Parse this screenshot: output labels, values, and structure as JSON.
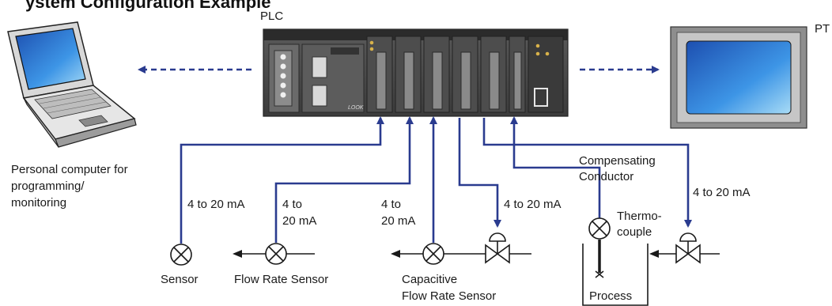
{
  "heading": "ystem Configuration Example",
  "labels": {
    "plc": "PLC",
    "pt": "PT",
    "pc_line1": "Personal computer for",
    "pc_line2": "programming/",
    "pc_line3": "monitoring",
    "sensor": "Sensor",
    "flow_rate_sensor": "Flow Rate Sensor",
    "capacitive_line1": "Capacitive",
    "capacitive_line2": "Flow Rate Sensor",
    "compensating_line1": "Compensating",
    "compensating_line2": "Conductor",
    "thermo_line1": "Thermo-",
    "thermo_line2": "couple",
    "process": "Process",
    "signal_1": "4 to 20 mA",
    "signal_2_line1": "4 to",
    "signal_2_line2": "20 mA",
    "signal_3_line1": "4 to",
    "signal_3_line2": "20 mA",
    "signal_4": "4 to 20 mA",
    "signal_5": "4 to 20 mA"
  },
  "colors": {
    "wire": "#2a3b8f",
    "plc_body": "#4a4a4a",
    "screen": "#2f7fd6"
  },
  "icons": [
    "laptop-icon",
    "plc-rack-icon",
    "touch-panel-icon",
    "sensor-icon",
    "valve-icon",
    "arrow-icon"
  ]
}
